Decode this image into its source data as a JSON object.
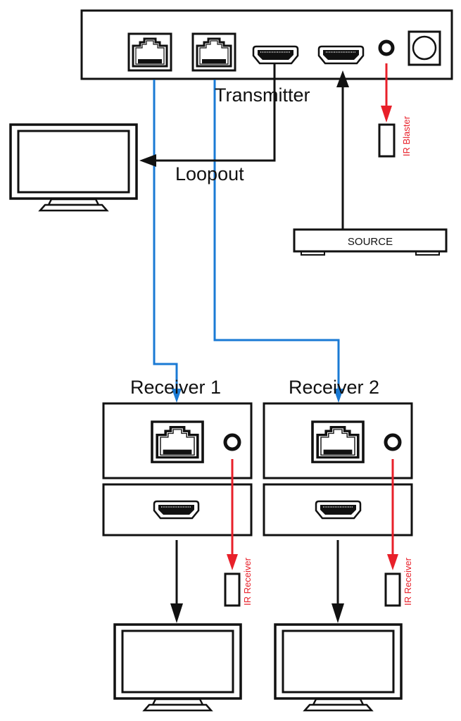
{
  "diagram": {
    "title": "HDMI extender with loopout and IR connection diagram",
    "colors": {
      "cat_cable": "#1a7ad4",
      "ir_line": "#e8202a",
      "hdmi_line": "#111111"
    },
    "transmitter": {
      "label": "Transmitter",
      "ports": [
        "rj45-out-1",
        "rj45-out-2",
        "hdmi-loopout",
        "hdmi-in",
        "ir-jack",
        "power-jack"
      ]
    },
    "loopout": {
      "label": "Loopout"
    },
    "ir_blaster": {
      "label": "IR Blaster"
    },
    "source": {
      "label": "SOURCE"
    },
    "receivers": [
      {
        "label": "Receiver 1",
        "ir_label": "IR Receiver"
      },
      {
        "label": "Receiver 2",
        "ir_label": "IR Receiver"
      }
    ]
  }
}
